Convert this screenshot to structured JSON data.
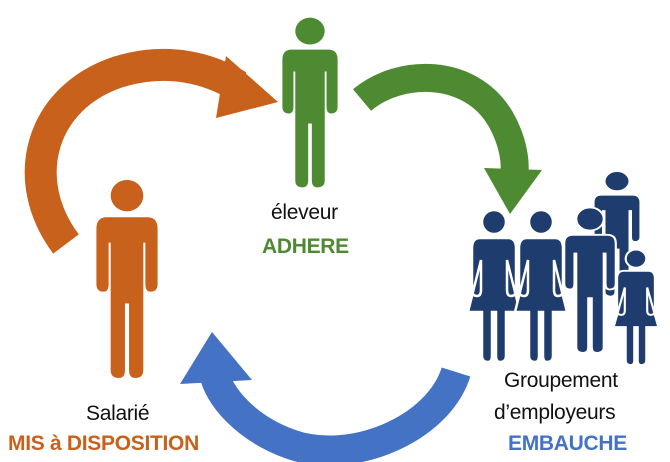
{
  "nodes": {
    "eleveur": {
      "name": "éleveur",
      "role": "ADHERE"
    },
    "salarie": {
      "name": "Salarié",
      "role": "MIS à DISPOSITION"
    },
    "groupement": {
      "name_line1": "Groupement",
      "name_line2": "d’employeurs",
      "role": "EMBAUCHE"
    }
  },
  "colors": {
    "salarie": "#c8611b",
    "eleveur": "#4e8a31",
    "groupement": "#1f3c6e",
    "arrow_orange": "#c8611b",
    "arrow_green": "#4e8a31",
    "arrow_blue": "#4472c4",
    "text_dark": "#111111"
  },
  "icons": {
    "eleveur": "person-icon",
    "salarie": "person-icon",
    "groupement": "group-people-icon"
  }
}
